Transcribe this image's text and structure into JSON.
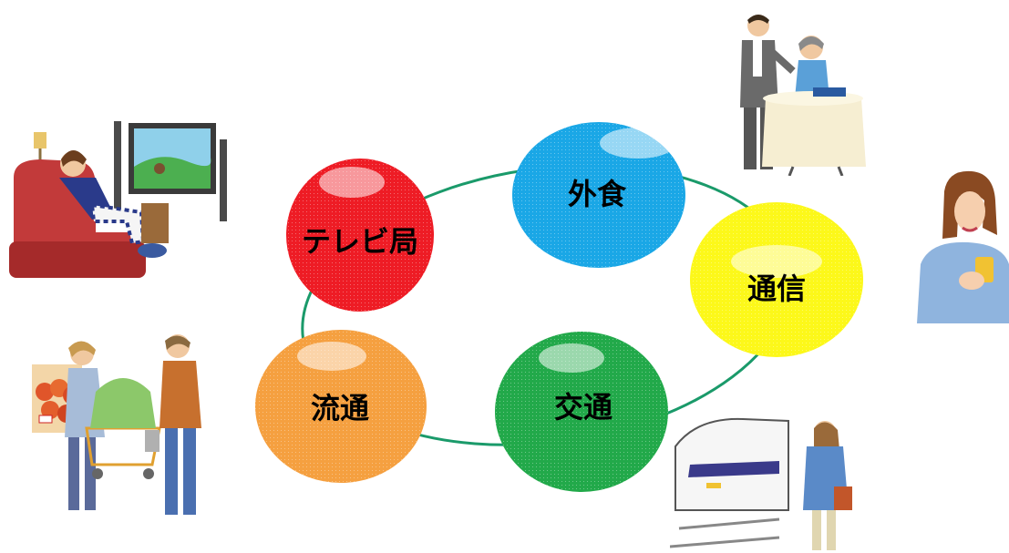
{
  "diagram": {
    "ring_color": "#1a9a6a",
    "nodes": [
      {
        "id": "tv",
        "label": "テレビ局",
        "color": "#ee1c25",
        "icon": "living-room-tv-illustration"
      },
      {
        "id": "dining",
        "label": "外食",
        "color": "#1aa7e6",
        "icon": "restaurant-dining-illustration"
      },
      {
        "id": "telecom",
        "label": "通信",
        "color": "#fcf81a",
        "icon": "woman-smartphone-illustration"
      },
      {
        "id": "transit",
        "label": "交通",
        "color": "#22a94a",
        "icon": "train-station-illustration"
      },
      {
        "id": "retail",
        "label": "流通",
        "color": "#f5a040",
        "icon": "shopping-couple-illustration"
      }
    ]
  }
}
